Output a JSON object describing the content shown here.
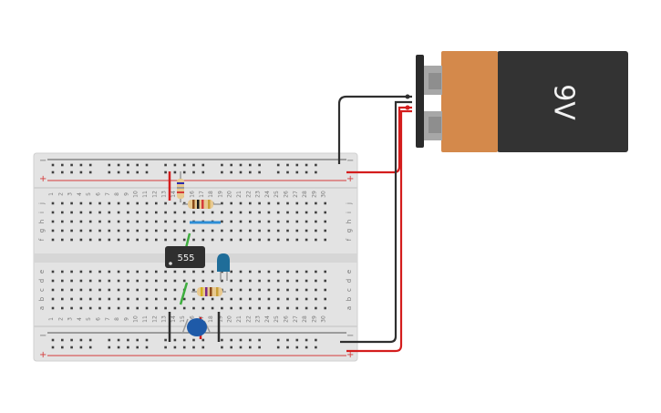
{
  "battery": {
    "label": "9V",
    "colors": {
      "body": "#333333",
      "cap": "#d4894b",
      "terminal": "#2b2b2b",
      "contact": "#9a9a9a"
    }
  },
  "chip": {
    "label": "555",
    "color": "#2f2f2f"
  },
  "breadboard": {
    "column_numbers": [
      "1",
      "2",
      "3",
      "4",
      "5",
      "6",
      "7",
      "8",
      "9",
      "10",
      "11",
      "12",
      "13",
      "14",
      "15",
      "16",
      "17",
      "18",
      "19",
      "20",
      "21",
      "22",
      "23",
      "24",
      "25",
      "26",
      "27",
      "28",
      "29",
      "30"
    ],
    "upper_rows": [
      "j",
      "i",
      "h",
      "g",
      "f"
    ],
    "lower_rows": [
      "e",
      "d",
      "c",
      "b",
      "a"
    ],
    "rail_minus": "−",
    "rail_plus": "+",
    "colors": {
      "board": "#e2e2e2",
      "hole": "#3f3f3f",
      "rail_red": "#d43b3b",
      "rail_black": "#333333"
    }
  },
  "wire_colors": {
    "red": "#d41d1d",
    "black": "#2f2f2f",
    "blue": "#2d7fd6",
    "green": "#3fae3f"
  }
}
